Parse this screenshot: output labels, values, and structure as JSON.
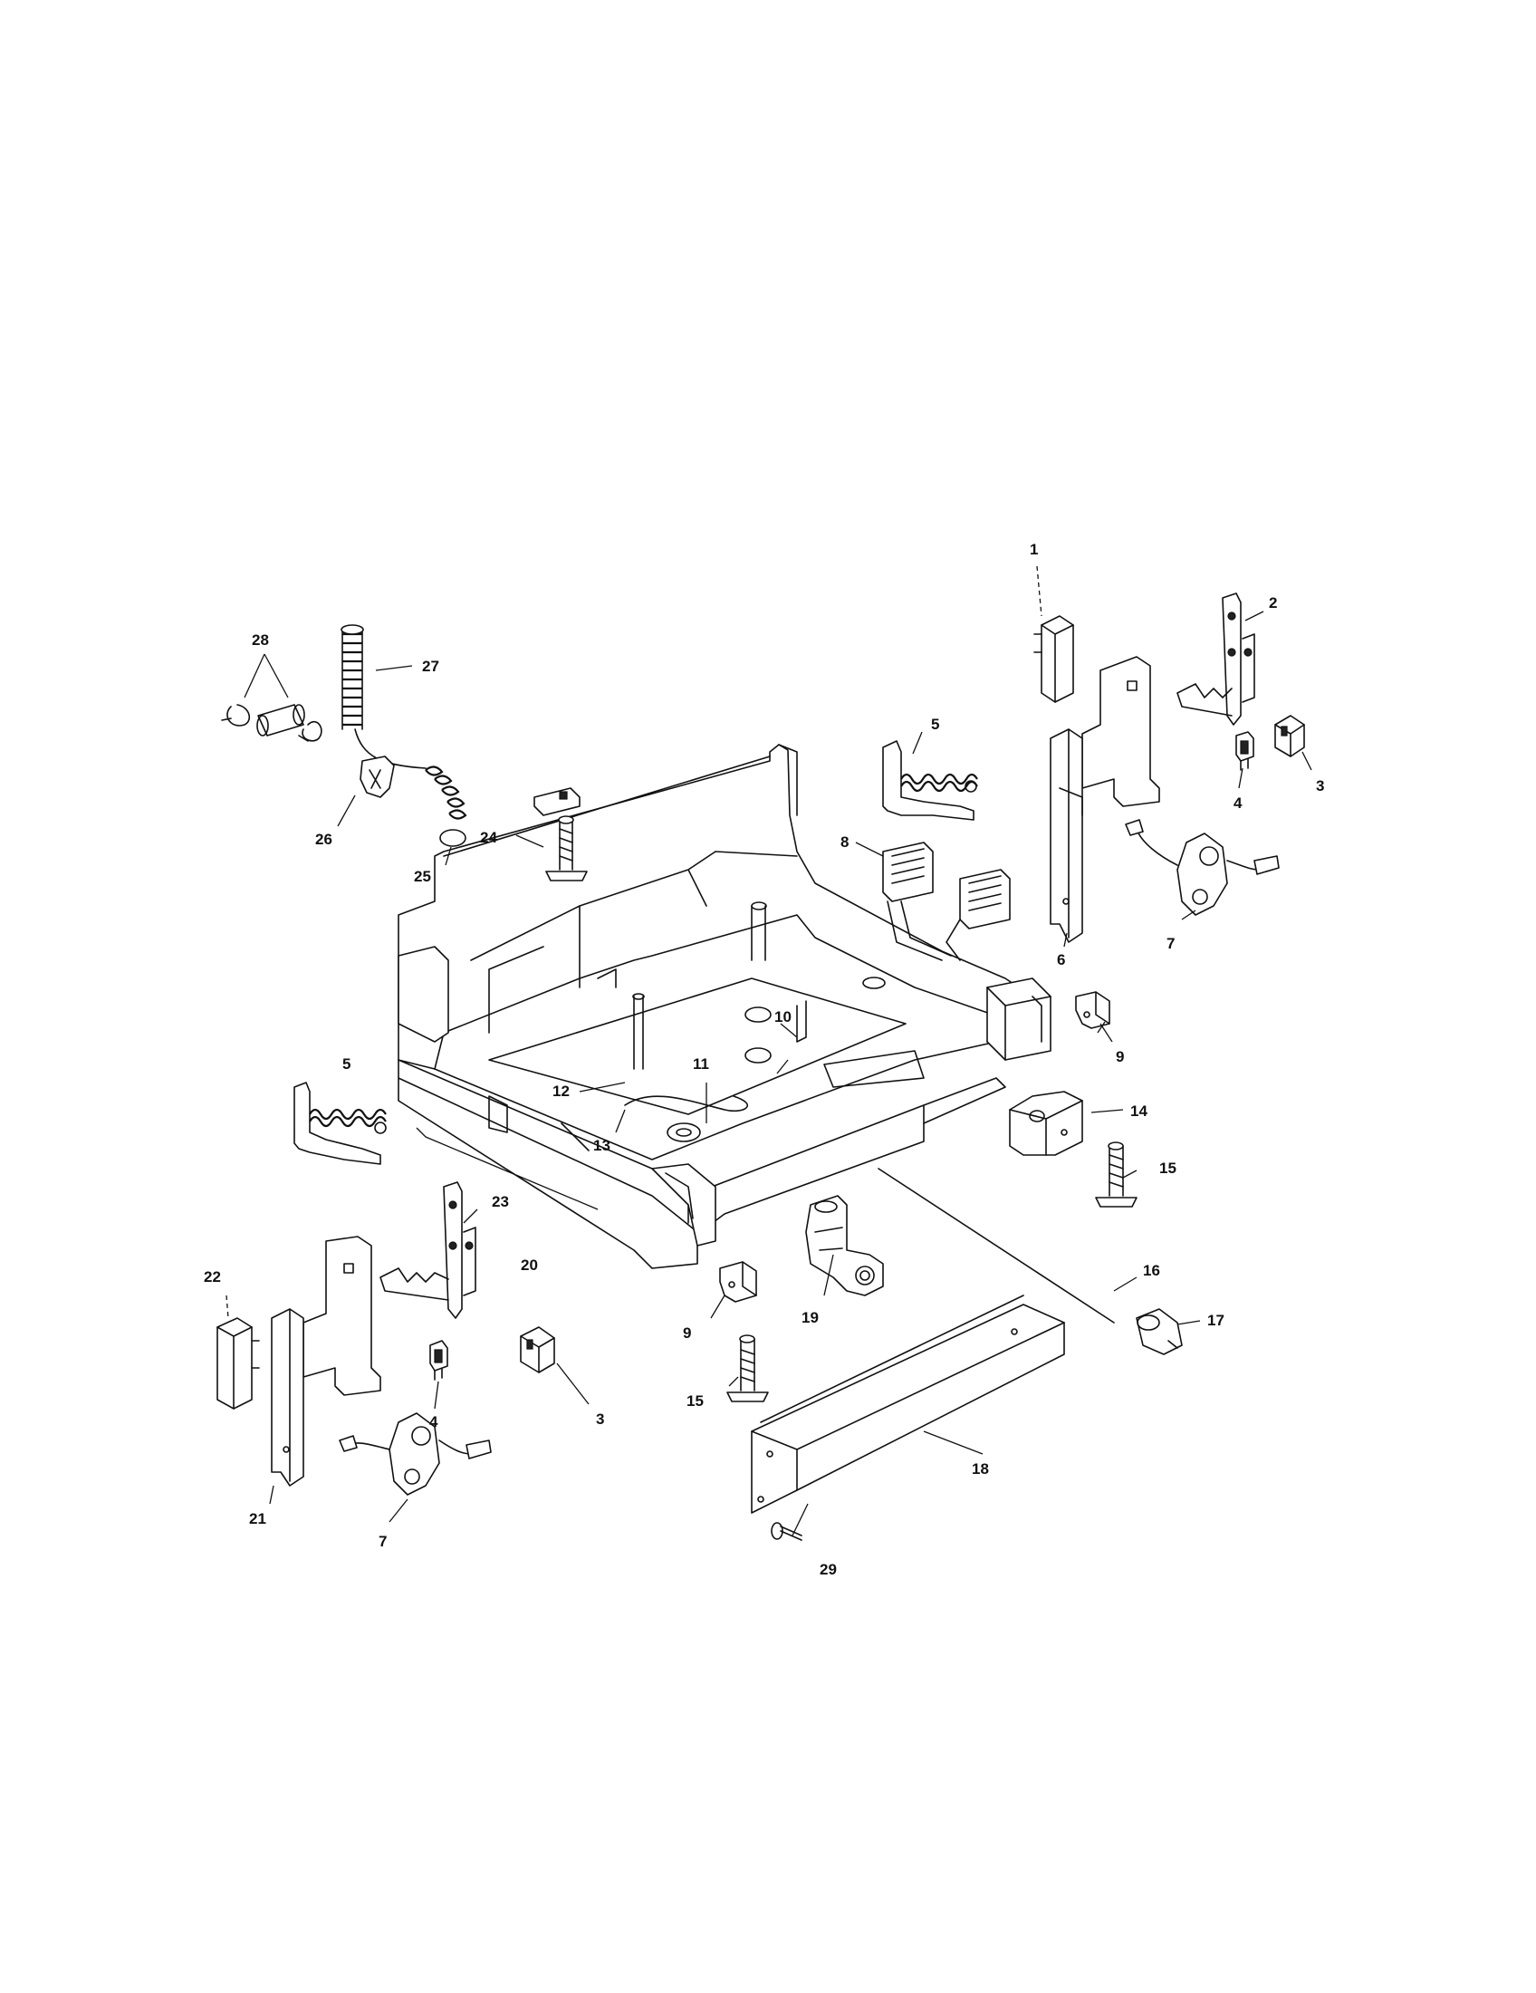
{
  "diagram": {
    "callouts": [
      {
        "id": "c1",
        "label": "1"
      },
      {
        "id": "c2",
        "label": "2"
      },
      {
        "id": "c3a",
        "label": "3"
      },
      {
        "id": "c3b",
        "label": "3"
      },
      {
        "id": "c4a",
        "label": "4"
      },
      {
        "id": "c4b",
        "label": "4"
      },
      {
        "id": "c5a",
        "label": "5"
      },
      {
        "id": "c5b",
        "label": "5"
      },
      {
        "id": "c6",
        "label": "6"
      },
      {
        "id": "c7a",
        "label": "7"
      },
      {
        "id": "c7b",
        "label": "7"
      },
      {
        "id": "c8",
        "label": "8"
      },
      {
        "id": "c9a",
        "label": "9"
      },
      {
        "id": "c9b",
        "label": "9"
      },
      {
        "id": "c10",
        "label": "10"
      },
      {
        "id": "c11",
        "label": "11"
      },
      {
        "id": "c12",
        "label": "12"
      },
      {
        "id": "c13",
        "label": "13"
      },
      {
        "id": "c14",
        "label": "14"
      },
      {
        "id": "c15a",
        "label": "15"
      },
      {
        "id": "c15b",
        "label": "15"
      },
      {
        "id": "c16",
        "label": "16"
      },
      {
        "id": "c17",
        "label": "17"
      },
      {
        "id": "c18",
        "label": "18"
      },
      {
        "id": "c19",
        "label": "19"
      },
      {
        "id": "c20",
        "label": "20"
      },
      {
        "id": "c21",
        "label": "21"
      },
      {
        "id": "c22",
        "label": "22"
      },
      {
        "id": "c23",
        "label": "23"
      },
      {
        "id": "c24",
        "label": "24"
      },
      {
        "id": "c25",
        "label": "25"
      },
      {
        "id": "c26",
        "label": "26"
      },
      {
        "id": "c27",
        "label": "27"
      },
      {
        "id": "c28",
        "label": "28"
      },
      {
        "id": "c29",
        "label": "29"
      }
    ]
  }
}
